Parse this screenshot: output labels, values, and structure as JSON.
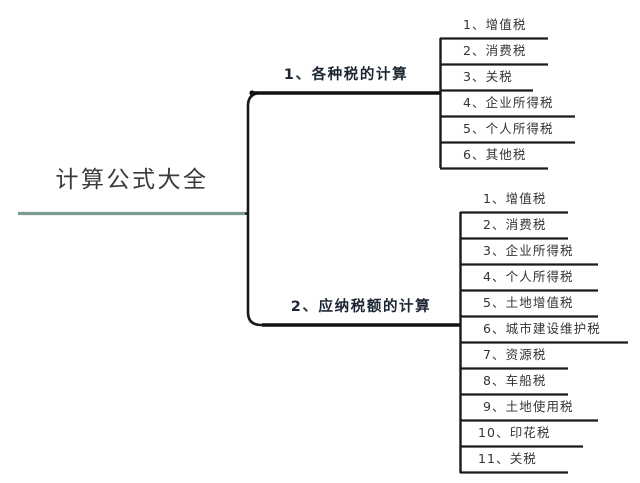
{
  "diagram": {
    "type": "mind-map",
    "title": "计算公式大全",
    "orientation": "left-to-right",
    "colors": {
      "root_underline": "#7d9a8e",
      "branch_underline": "#111111",
      "leaf_underline": "#1a1a1a",
      "connector": "#1a1a1a",
      "background": "#ffffff",
      "root_text": "#3a3a3a",
      "branch_text": "#1c2633",
      "leaf_text": "#333333"
    }
  },
  "root": {
    "label": "计算公式大全"
  },
  "branches": [
    {
      "label": "1、各种税的计算",
      "items": [
        {
          "label": "1、增值税"
        },
        {
          "label": "2、消费税"
        },
        {
          "label": "3、关税"
        },
        {
          "label": "4、企业所得税"
        },
        {
          "label": "5、个人所得税"
        },
        {
          "label": "6、其他税"
        }
      ]
    },
    {
      "label": "2、应纳税额的计算",
      "items": [
        {
          "label": "1、增值税"
        },
        {
          "label": "2、消费税"
        },
        {
          "label": "3、企业所得税"
        },
        {
          "label": "4、个人所得税"
        },
        {
          "label": "5、土地增值税"
        },
        {
          "label": "6、城市建设维护税"
        },
        {
          "label": "7、资源税"
        },
        {
          "label": "8、车船税"
        },
        {
          "label": "9、土地使用税"
        },
        {
          "label": "10、印花税"
        },
        {
          "label": "11、关税"
        }
      ]
    }
  ]
}
